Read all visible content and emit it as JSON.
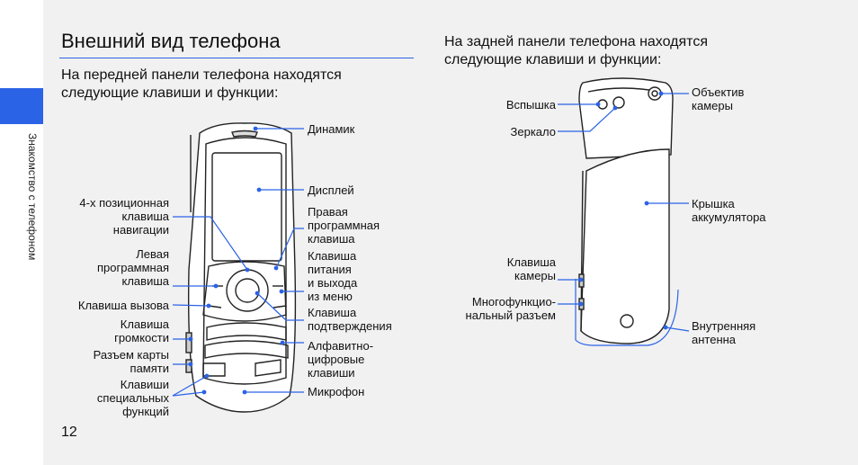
{
  "sidebar": {
    "section": "Знакомство с телефоном"
  },
  "page": {
    "title": "Внешний вид телефона",
    "number": "12"
  },
  "front": {
    "intro": "На передней панели телефона находятся\nследующие клавиши и функции:",
    "labels": {
      "speaker": "Динамик",
      "display": "Дисплей",
      "nav_key": "4-х позиционная\nклавиша\nнавигации",
      "right_soft": "Правая\nпрограммная\nклавиша",
      "left_soft": "Левая\nпрограммная\nклавиша",
      "power_key": "Клавиша\nпитания\nи выхода\nиз меню",
      "call_key": "Клавиша вызова",
      "confirm_key": "Клавиша\nподтверждения",
      "volume_key": "Клавиша\nгромкости",
      "alnum_keys": "Алфавитно-\nцифровые\nклавиши",
      "card_slot": "Разъем карты\nпамяти",
      "special_keys": "Клавиши\nспециальных\nфункций",
      "microphone": "Микрофон"
    }
  },
  "back": {
    "intro": "На задней панели телефона находятся\nследующие клавиши и функции:",
    "labels": {
      "flash": "Вспышка",
      "camera_lens": "Объектив\nкамеры",
      "mirror": "Зеркало",
      "battery_cover": "Крышка\nаккумулятора",
      "camera_key": "Клавиша\nкамеры",
      "multi_jack": "Многофункцио-\nнальный разъем",
      "antenna": "Внутренняя\nантенна"
    }
  },
  "colors": {
    "accent": "#2b63e6",
    "background": "#f1f1f2"
  }
}
